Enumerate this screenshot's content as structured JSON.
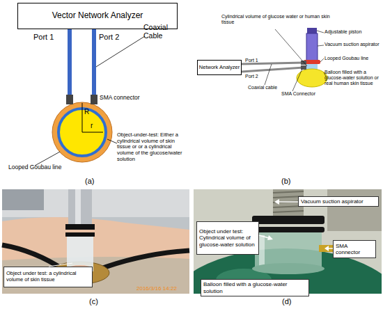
{
  "diagram": {
    "nodes": [
      {
        "text": [
          "Vector Network Analyzer"
        ]
      },
      {
        "text": [
          "R",
          "r"
        ]
      },
      {
        "text": [
          "Network Analyzer"
        ]
      },
      {
        "text": [
          "Object under test: a cylindrical volume of skin tissue"
        ]
      },
      {
        "text": [
          "Vacuum suction aspirator"
        ]
      },
      {
        "text": [
          "Object under test: Cylindrical volume of glucose-water solution"
        ]
      },
      {
        "text": [
          "SMA connector"
        ]
      },
      {
        "text": [
          "Balloon filled with a glucose-water solution"
        ]
      }
    ],
    "edges": [
      {
        "from": 0,
        "to": 1,
        "arrow": "none"
      },
      {
        "from": 0,
        "to": 1,
        "arrow": "none"
      }
    ],
    "labels": [
      "Coaxial Cable",
      "Port 1",
      "Port 2",
      "SMA connector",
      "Object-under-test: Either a cylindrical volume of skin tissue or or a cylindrical volume of the glucose/water solution",
      "Looped Goubau line",
      "(a)",
      "Cylindrical volume of glucose water or human skin tissue",
      "Adjustable piston",
      "Vacuum suction aspirator",
      "Looped Goubau line",
      "Port 1",
      "Port 2",
      "Coaxial cable",
      "SMA Connector",
      "Balloon filled with a glucose-water solution or real human skin tissue",
      "(b)",
      "2016/3/16 14:22",
      "(c)",
      "(d)"
    ]
  }
}
